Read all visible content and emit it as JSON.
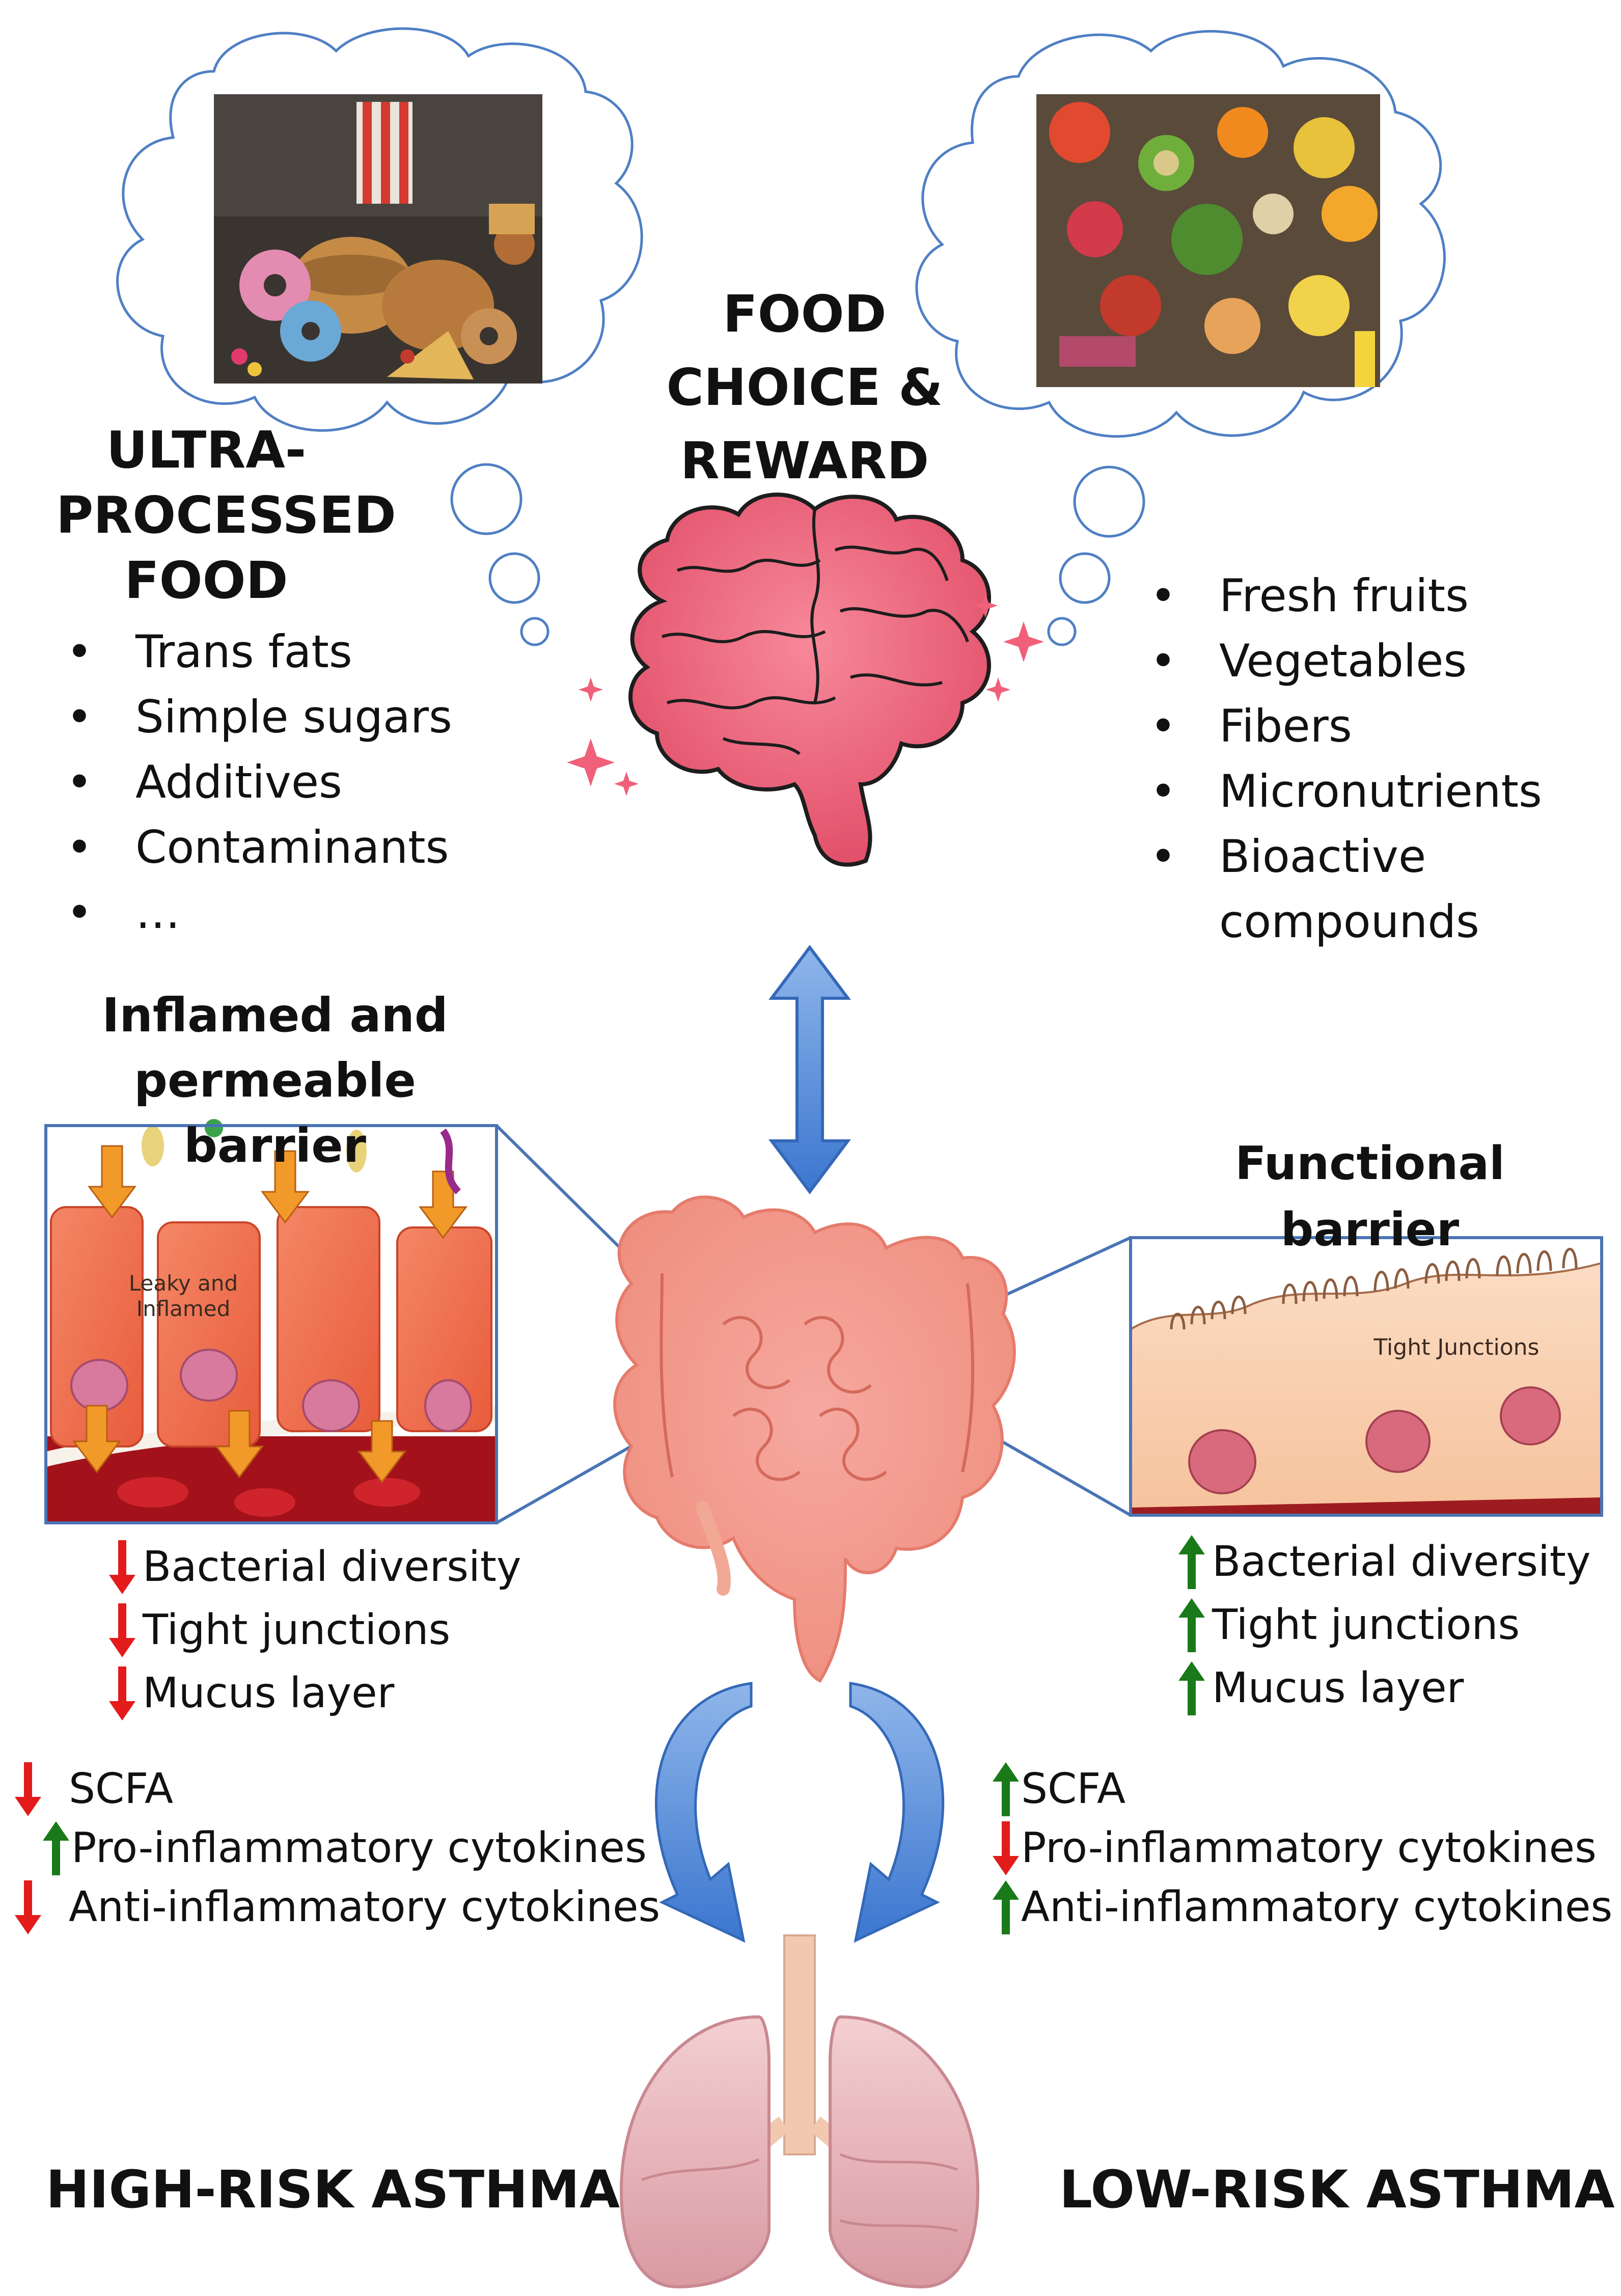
{
  "center_title": [
    "FOOD",
    "CHOICE &",
    "REWARD"
  ],
  "ultra_processed": {
    "title": [
      "ULTRA-",
      "PROCESSED",
      "FOOD"
    ],
    "items": [
      "Trans fats",
      "Simple sugars",
      "Additives",
      "Contaminants",
      "…"
    ]
  },
  "healthy_food": {
    "items": [
      "Fresh fruits",
      "Vegetables",
      "Fibers",
      "Micronutrients",
      "Bioactive compounds"
    ]
  },
  "left_barrier": {
    "title": [
      "Inflamed and",
      "permeable barrier"
    ],
    "inset_label": [
      "Leaky and",
      "Inflamed"
    ],
    "changes": [
      {
        "dir": "down",
        "label": "Bacterial diversity"
      },
      {
        "dir": "down",
        "label": "Tight junctions"
      },
      {
        "dir": "down",
        "label": "Mucus layer"
      }
    ],
    "immune": [
      {
        "dir": "down",
        "label": "SCFA"
      },
      {
        "dir": "up",
        "label": "Pro-inflammatory cytokines"
      },
      {
        "dir": "down",
        "label": "Anti-inflammatory cytokines"
      }
    ],
    "outcome": "HIGH-RISK ASTHMA"
  },
  "right_barrier": {
    "title": "Functional barrier",
    "inset_label": "Tight Junctions",
    "changes": [
      {
        "dir": "up",
        "label": "Bacterial diversity"
      },
      {
        "dir": "up",
        "label": "Tight junctions"
      },
      {
        "dir": "up",
        "label": "Mucus layer"
      }
    ],
    "immune": [
      {
        "dir": "up",
        "label": "SCFA"
      },
      {
        "dir": "down",
        "label": "Pro-inflammatory cytokines"
      },
      {
        "dir": "up",
        "label": "Anti-inflammatory cytokines"
      }
    ],
    "outcome": "LOW-RISK ASTHMA"
  },
  "colors": {
    "decrease": "#e31b1b",
    "increase": "#1a7a1a",
    "arrow_blue": "#4a86d4",
    "cloud_outline": "#4f7fc4"
  }
}
